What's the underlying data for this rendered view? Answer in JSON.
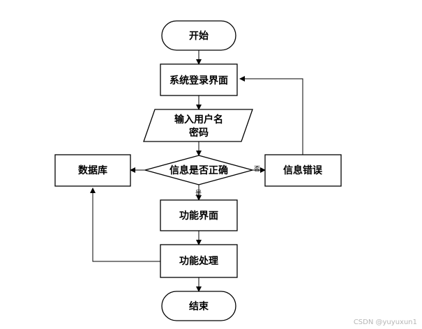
{
  "nodes": {
    "start": "开始",
    "login": "系统登录界面",
    "input_line1": "输入用户名",
    "input_line2": "密码",
    "decision": "信息是否正确",
    "database": "数据库",
    "error": "信息错误",
    "function_ui": "功能界面",
    "processing": "功能处理",
    "end": "结束"
  },
  "edges": {
    "no_label": "否",
    "yes_label": "是"
  },
  "watermark": "CSDN @yuyuxun1"
}
